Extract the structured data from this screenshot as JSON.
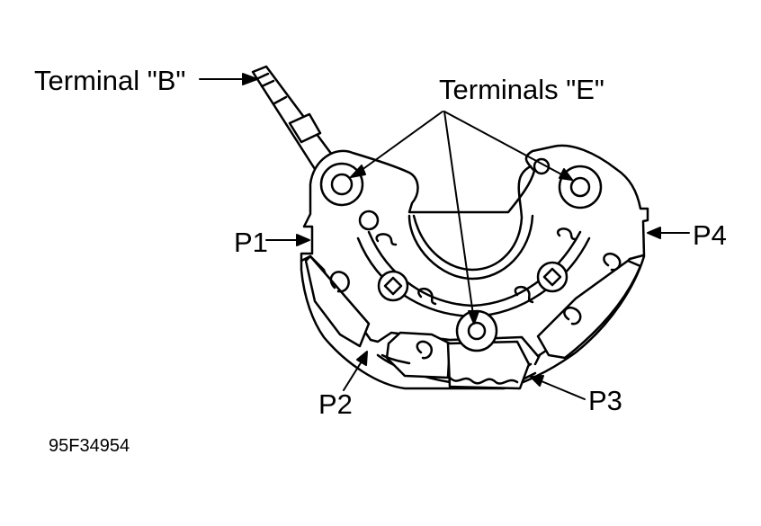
{
  "labels": {
    "terminal_b": "Terminal \"B\"",
    "terminals_e": "Terminals \"E\"",
    "p1": "P1",
    "p2": "P2",
    "p3": "P3",
    "p4": "P4",
    "figure_id": "95F34954"
  },
  "colors": {
    "line": "#000000",
    "background": "#ffffff"
  }
}
